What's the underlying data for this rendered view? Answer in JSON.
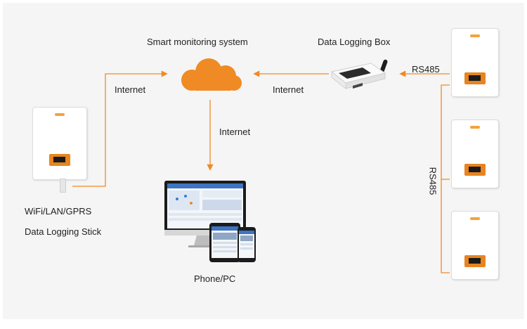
{
  "labels": {
    "smart_monitoring": "Smart monitoring system",
    "data_logging_box": "Data Logging Box",
    "rs485_top": "RS485",
    "rs485_vertical": "RS485",
    "internet_left": "Internet",
    "internet_right": "Internet",
    "internet_down": "Internet",
    "stick_line1": "WiFi/LAN/GPRS",
    "stick_line2": "Data Logging Stick",
    "phone_pc": "Phone/PC"
  },
  "colors": {
    "accent": "#f08a24",
    "inverter_screen": "#e8841f",
    "background": "#f5f5f5",
    "text": "#1f1f1f"
  },
  "icons": {
    "cloud": "cloud-icon",
    "logging_box": "router-icon",
    "devices": "devices-icon"
  }
}
